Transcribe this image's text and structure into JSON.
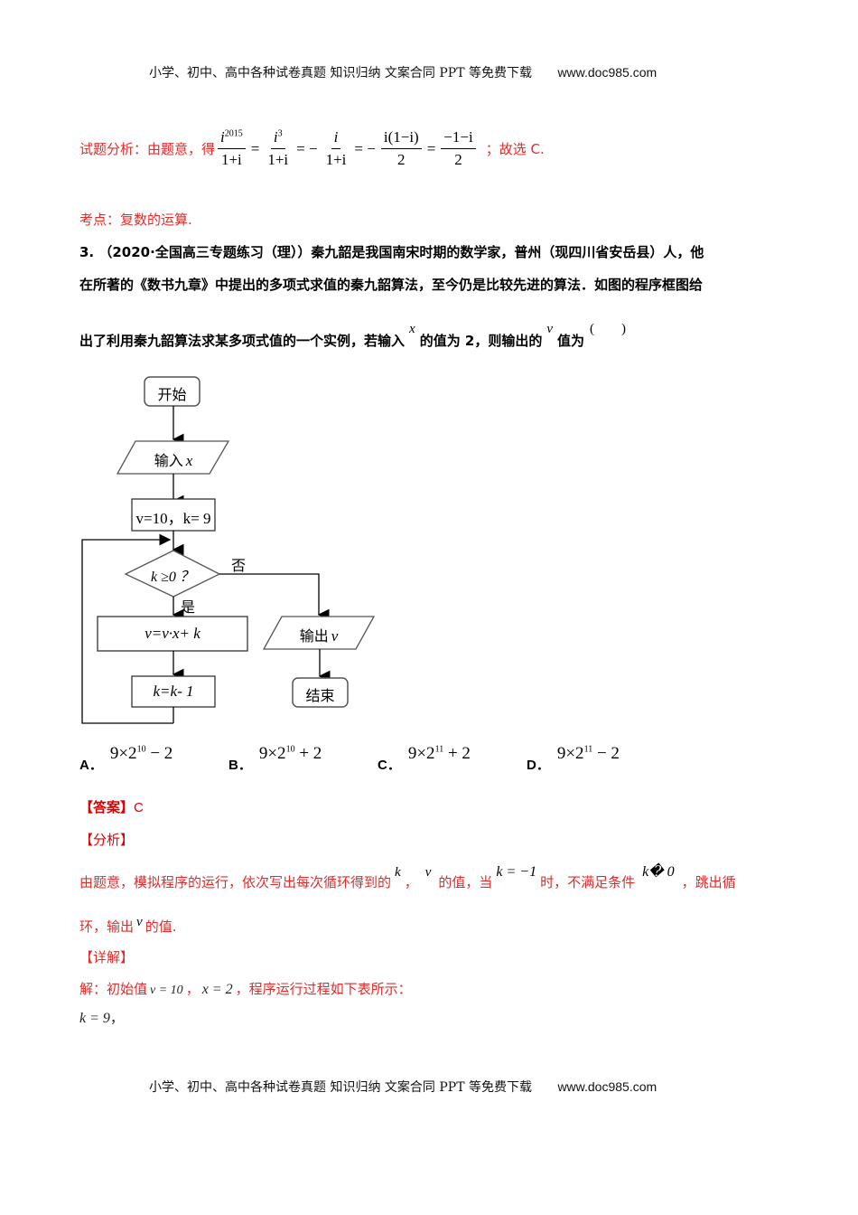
{
  "header": {
    "text": "小学、初中、高中各种试卷真题  知识归纳  文案合同  PPT 等免费下载",
    "url": "www.doc985.com"
  },
  "footer": {
    "text": "小学、初中、高中各种试卷真题  知识归纳  文案合同  PPT 等免费下载",
    "url": "www.doc985.com"
  },
  "prev_solution": {
    "analysis_label": "试题分析：由题意，得",
    "equation": {
      "f1_num": "i",
      "f1_num_sup": "2015",
      "f1_den": "1+i",
      "eq1": "=",
      "f2_num": "i",
      "f2_num_sup": "3",
      "f2_den": "1+i",
      "eq2": "= −",
      "f3_num": "i",
      "f3_den": "1+i",
      "eq3": "= −",
      "f4_num": "i(1−i)",
      "f4_den": "2",
      "eq4": "=",
      "f5_num": "−1−i",
      "f5_den": "2"
    },
    "conclusion": "；故选 C.",
    "key_point": "考点：复数的运算."
  },
  "question": {
    "number": "3.",
    "source": "（2020·全国高三专题练习（理））",
    "line1_rest": "秦九韶是我国南宋时期的数学家，普州（现四川省安岳县）人，他",
    "line2": "在所著的《数书九章》中提出的多项式求值的秦九韶算法，至今仍是比较先进的算法．如图的程序框图给",
    "line3_a": "出了利用秦九韶算法求某多项式值的一个实例，若输入",
    "var_x": "x",
    "line3_b": "的值为 2，则输出的",
    "var_v": "v",
    "line3_c": "值为",
    "blank": "(        )"
  },
  "flowchart": {
    "start": "开始",
    "input": "输入",
    "input_var": "x",
    "init": "v=10，k= 9",
    "condition": "k ≥0 ？",
    "no_label": "否",
    "yes_label": "是",
    "step1": "v=v·x+ k",
    "step2": "k=k- 1",
    "output": "输出",
    "output_var": "v",
    "end": "结束"
  },
  "options": [
    {
      "letter": "A．",
      "value_base": "9×2",
      "value_exp": "10",
      "value_tail": "− 2"
    },
    {
      "letter": "B．",
      "value_base": "9×2",
      "value_exp": "10",
      "value_tail": "+ 2"
    },
    {
      "letter": "C．",
      "value_base": "9×2",
      "value_exp": "11",
      "value_tail": "+ 2"
    },
    {
      "letter": "D．",
      "value_base": "9×2",
      "value_exp": "11",
      "value_tail": "− 2"
    }
  ],
  "answer": {
    "label": "【答案】",
    "value": "C"
  },
  "analysis": {
    "label": "【分析】",
    "line1_a": "由题意，模拟程序的运行，依次写出每次循环得到的",
    "var_k": "k",
    "sep": "，",
    "var_v": "v",
    "line1_b": "的值，当",
    "cond_k": "k = −1",
    "line1_c": "时，不满足条件",
    "cond_ge": "k� 0",
    "line1_d": "，跳出循",
    "line2_a": "环，输出",
    "line2_var": "v",
    "line2_b": "的值."
  },
  "detail": {
    "label": "【详解】",
    "line1_a": "解：初始值",
    "v_init": "v = 10",
    "comma1": "，",
    "x_val": "x = 2",
    "line1_b": "，程序运行过程如下表所示：",
    "line2": "k = 9",
    "line2_tail": "，"
  }
}
